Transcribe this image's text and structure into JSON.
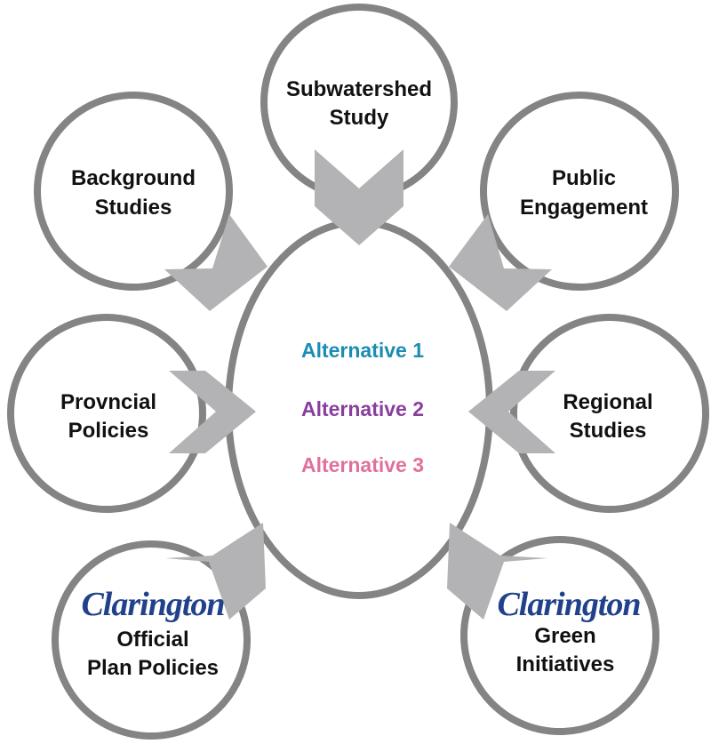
{
  "colors": {
    "ring": "#848484",
    "arrow": "#b3b3b5",
    "alternative_1": "#1b8db3",
    "alternative_2": "#8a3e9f",
    "alternative_3": "#e0719c",
    "logo": "#21418a"
  },
  "center": {
    "alternatives": [
      "Alternative 1",
      "Alternative 2",
      "Alternative 3"
    ]
  },
  "nodes": {
    "subwatershed": {
      "line1": "Subwatershed",
      "line2": "Study"
    },
    "background": {
      "line1": "Background",
      "line2": "Studies"
    },
    "public": {
      "line1": "Public",
      "line2": "Engagement"
    },
    "provincial": {
      "line1": "Provncial",
      "line2": "Policies"
    },
    "regional": {
      "line1": "Regional",
      "line2": "Studies"
    },
    "official": {
      "logo": "Clarington",
      "line1": "Official",
      "line2": "Plan Policies"
    },
    "green": {
      "logo": "Clarington",
      "line1": "Green",
      "line2": "Initiatives"
    }
  }
}
